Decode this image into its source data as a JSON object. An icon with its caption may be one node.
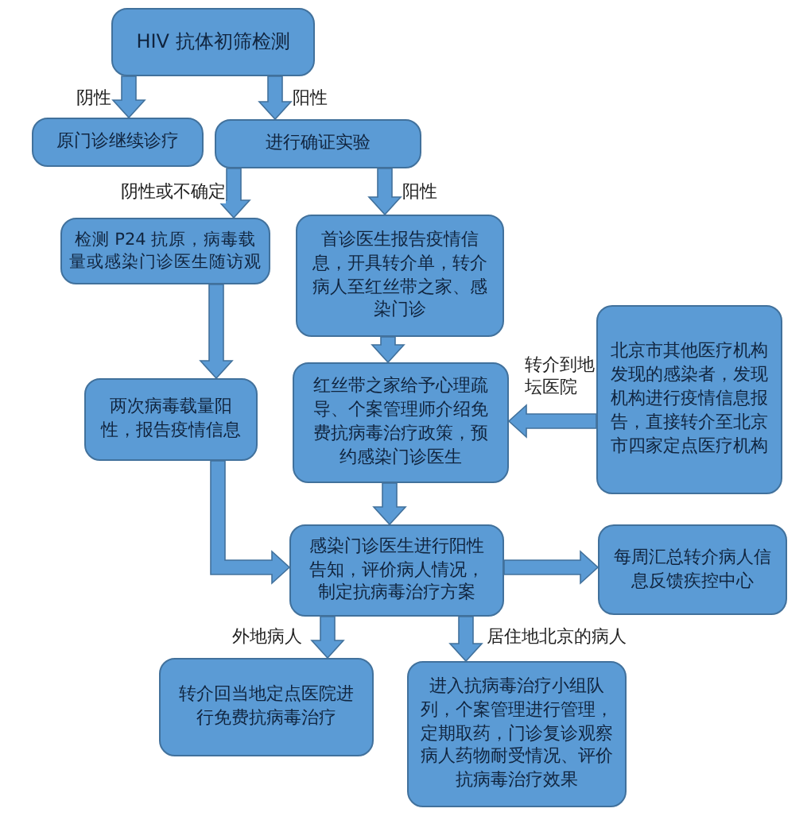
{
  "diagram": {
    "nodes": [
      {
        "text": [
          "HIV 抗体初筛检测"
        ]
      },
      {
        "text": [
          "原门诊继续诊疗"
        ]
      },
      {
        "text": [
          "进行确证实验"
        ]
      },
      {
        "text": [
          "检测 P24 抗原，病毒载量或感染门诊医生随访观"
        ]
      },
      {
        "text": [
          "首诊医生报告疫情信息，开具转介单，转介病人至红丝带之家、感染门诊"
        ]
      },
      {
        "text": [
          "两次病毒载量阳性，报告疫情信息"
        ]
      },
      {
        "text": [
          "红丝带之家给予心理疏导、个案管理师介绍免费抗病毒治疗政策，预约感染门诊医生"
        ]
      },
      {
        "text": [
          "北京市其他医疗机构发现的感染者，发现机构进行疫情信息报告，直接转介至北京市四家定点医疗机构"
        ]
      },
      {
        "text": [
          "感染门诊医生进行阳性告知，评价病人情况，制定抗病毒治疗方案"
        ]
      },
      {
        "text": [
          "每周汇总转介病人信息反馈疾控中心"
        ]
      },
      {
        "text": [
          "转介回当地定点医院进行免费抗病毒治疗"
        ]
      },
      {
        "text": [
          "进入抗病毒治疗小组队列，个案管理进行管理，定期取药，门诊复诊观察病人药物耐受情况、评价抗病毒治疗效果"
        ]
      }
    ],
    "edges": [
      {
        "from": 0,
        "to": 1,
        "arrow": "to",
        "label": "阴性"
      },
      {
        "from": 0,
        "to": 2,
        "arrow": "to",
        "label": "阳性"
      },
      {
        "from": 2,
        "to": 3,
        "arrow": "to",
        "label": "阴性或不确定"
      },
      {
        "from": 2,
        "to": 4,
        "arrow": "to",
        "label": "阳性"
      },
      {
        "from": 3,
        "to": 5,
        "arrow": "to"
      },
      {
        "from": 4,
        "to": 6,
        "arrow": "to"
      },
      {
        "from": 7,
        "to": 6,
        "arrow": "to",
        "label": "转介到地坛医院"
      },
      {
        "from": 5,
        "to": 8,
        "arrow": "to"
      },
      {
        "from": 6,
        "to": 8,
        "arrow": "to"
      },
      {
        "from": 8,
        "to": 9,
        "arrow": "to"
      },
      {
        "from": 8,
        "to": 10,
        "arrow": "to",
        "label": "外地病人"
      },
      {
        "from": 8,
        "to": 11,
        "arrow": "to",
        "label": "居住地北京的病人"
      }
    ]
  }
}
